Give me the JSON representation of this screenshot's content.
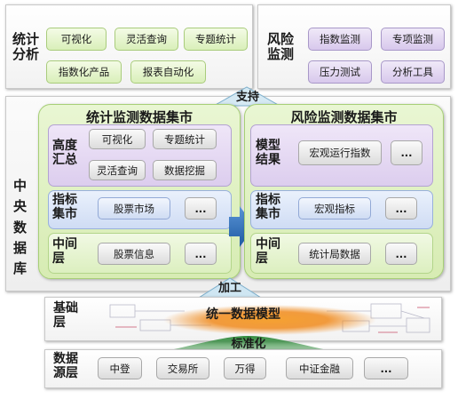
{
  "top_left": {
    "label": "统计\n分析",
    "items": [
      "可视化",
      "灵活查询",
      "专题统计",
      "指数化产品",
      "报表自动化"
    ]
  },
  "top_right": {
    "label": "风险\n监测",
    "items": [
      "指数监测",
      "专项监测",
      "压力测试",
      "分析工具"
    ]
  },
  "support_label": "支持",
  "central_label": "中\n央\n数\n据\n库",
  "stat_mart": {
    "title": "统计监测数据集市",
    "high_summary": {
      "label": "高度\n汇总",
      "items": [
        "可视化",
        "专题统计",
        "灵活查询",
        "数据挖掘"
      ]
    },
    "indicator_mart": {
      "label": "指标\n集市",
      "items": [
        "股票市场",
        "..."
      ]
    },
    "middle_layer": {
      "label": "中间\n层",
      "items": [
        "股票信息",
        "..."
      ]
    }
  },
  "risk_mart": {
    "title": "风险监测数据集市",
    "model_result": {
      "label": "模型\n结果",
      "items": [
        "宏观运行指数",
        "..."
      ]
    },
    "indicator_mart": {
      "label": "指标\n集市",
      "items": [
        "宏观指标",
        "..."
      ]
    },
    "middle_layer": {
      "label": "中间\n层",
      "items": [
        "统计局数据",
        "..."
      ]
    }
  },
  "process_label": "加工",
  "base_layer": {
    "label": "基础\n层",
    "model_label": "统一数据模型"
  },
  "standardize_label": "标准化",
  "source_layer": {
    "label": "数据\n源层",
    "items": [
      "中登",
      "交易所",
      "万得",
      "中证金融",
      "..."
    ]
  },
  "colors": {
    "mart_green": "#d7ecb3",
    "arrow_blue": "#2f6db5",
    "flame_orange": "#f08a1c",
    "standardize_green": "#2f8a3a"
  }
}
